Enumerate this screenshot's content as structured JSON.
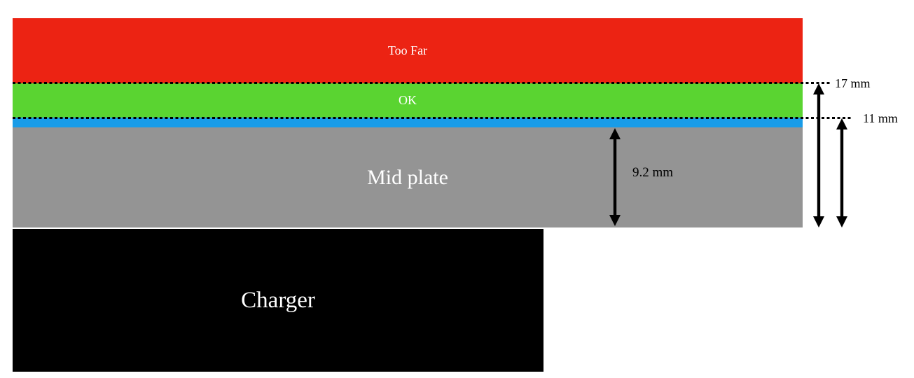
{
  "diagram": {
    "background": "#ffffff",
    "zones": {
      "too_far": {
        "label": "Too Far",
        "color": "#ec2313",
        "text_color": "#ffffff"
      },
      "ok": {
        "label": "OK",
        "color": "#5ad431",
        "text_color": "#ffffff"
      },
      "blue_strip": {
        "color": "#199ce8"
      },
      "mid_plate": {
        "label": "Mid plate",
        "color": "#949494",
        "text_color": "#ffffff"
      },
      "charger": {
        "label": "Charger",
        "color": "#000000",
        "text_color": "#ffffff"
      }
    },
    "dimension_labels": {
      "upper": "17 mm",
      "lower": "11 mm",
      "plate_thickness": "9.2 mm"
    },
    "dimension_color": "#000000"
  }
}
